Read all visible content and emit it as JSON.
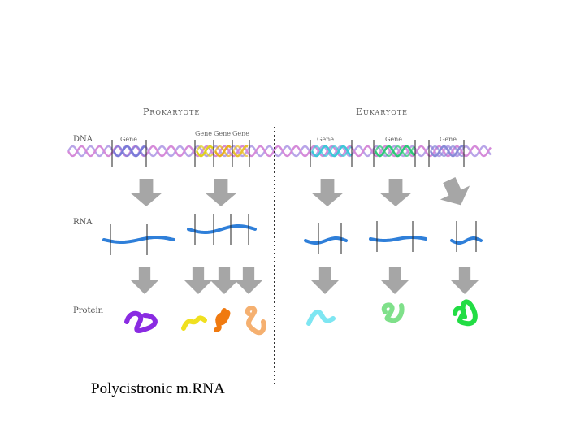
{
  "headers": {
    "prokaryote": "Prokaryote",
    "eukaryote": "Eukaryote"
  },
  "rows": {
    "dna": "DNA",
    "rna": "RNA",
    "protein": "Protein"
  },
  "gene_label": "Gene",
  "caption": "Polycistronic m.RNA",
  "colors": {
    "dna_strand_a": "#d58ad9",
    "dna_strand_b": "#b8a4e8",
    "rna": "#2f7fd9",
    "arrow": "#a6a6a6",
    "divider": "#333333"
  },
  "protein_colors": [
    "#8a2be2",
    "#f0e020",
    "#f07a10",
    "#f5b070",
    "#7ee6f2",
    "#7fe08a",
    "#22dd44"
  ]
}
